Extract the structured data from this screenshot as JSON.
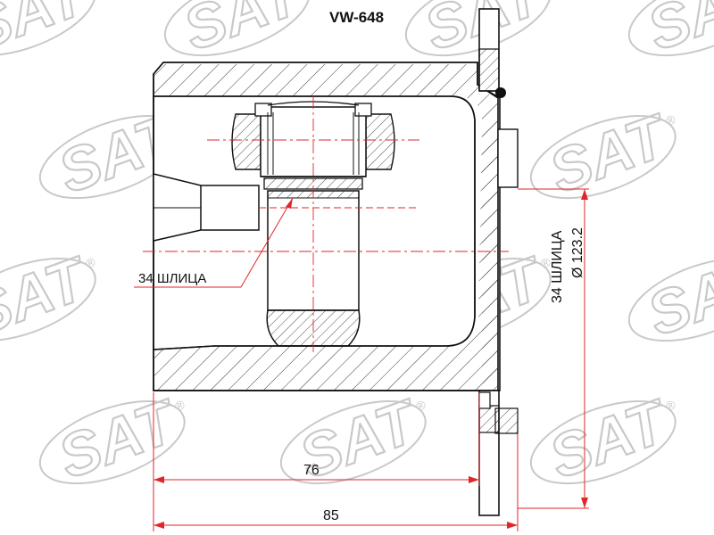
{
  "title": "VW-648",
  "watermark": {
    "text": "SAT",
    "registered_mark": "®"
  },
  "labels": {
    "splines_left": "34 ШЛИЦА",
    "splines_right": "34 ШЛИЦА",
    "diameter": "Ø 123.2"
  },
  "dimensions": {
    "length_inner": "76",
    "length_total": "85"
  },
  "colors": {
    "line": "#111111",
    "hatch": "#222222",
    "centerline": "#e0262a",
    "dimension": "#e0262a",
    "watermark": "#c9c9c9"
  }
}
